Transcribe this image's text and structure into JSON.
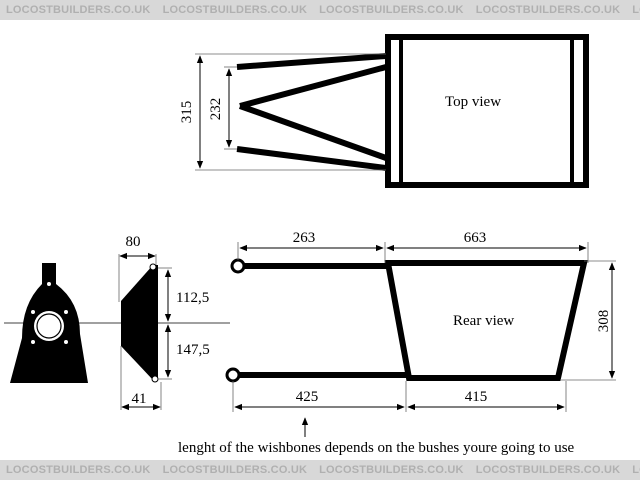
{
  "watermark": {
    "text": "LOCOSTBUILDERS.CO.UK",
    "repeat": 7,
    "color": "#b0b0b0",
    "band_color": "#d8d8d8"
  },
  "top_view": {
    "label": "Top view",
    "dim_outer": "315",
    "dim_inner": "232"
  },
  "upright": {
    "dim_width_top": "80",
    "dim_width_bottom": "41",
    "dim_upper": "112,5",
    "dim_lower": "147,5"
  },
  "rear_view": {
    "label": "Rear view",
    "dim_top_left": "263",
    "dim_top_right": "663",
    "dim_bottom_left": "425",
    "dim_bottom_right": "415",
    "dim_height": "308"
  },
  "note": "lenght of the wishbones depends on the bushes youre going to use"
}
